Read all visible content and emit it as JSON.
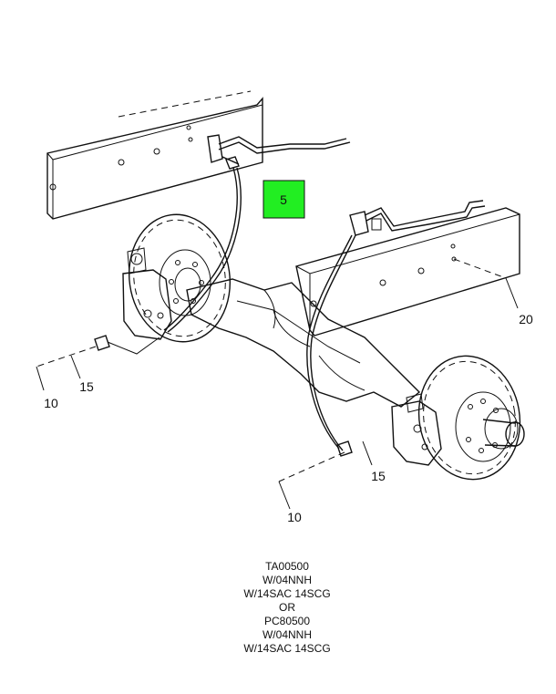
{
  "callouts": {
    "highlighted": {
      "label": "5",
      "color": "#22ee22"
    },
    "frame_rail_right": "20",
    "hose_left": "15",
    "bolt_left": "10",
    "hose_right": "15",
    "bolt_right": "10"
  },
  "caption": {
    "lines": [
      "TA00500",
      "W/04NNH",
      "W/14SAC 14SCG",
      "OR",
      "PC80500",
      "W/04NNH",
      "W/14SAC 14SCG"
    ]
  }
}
